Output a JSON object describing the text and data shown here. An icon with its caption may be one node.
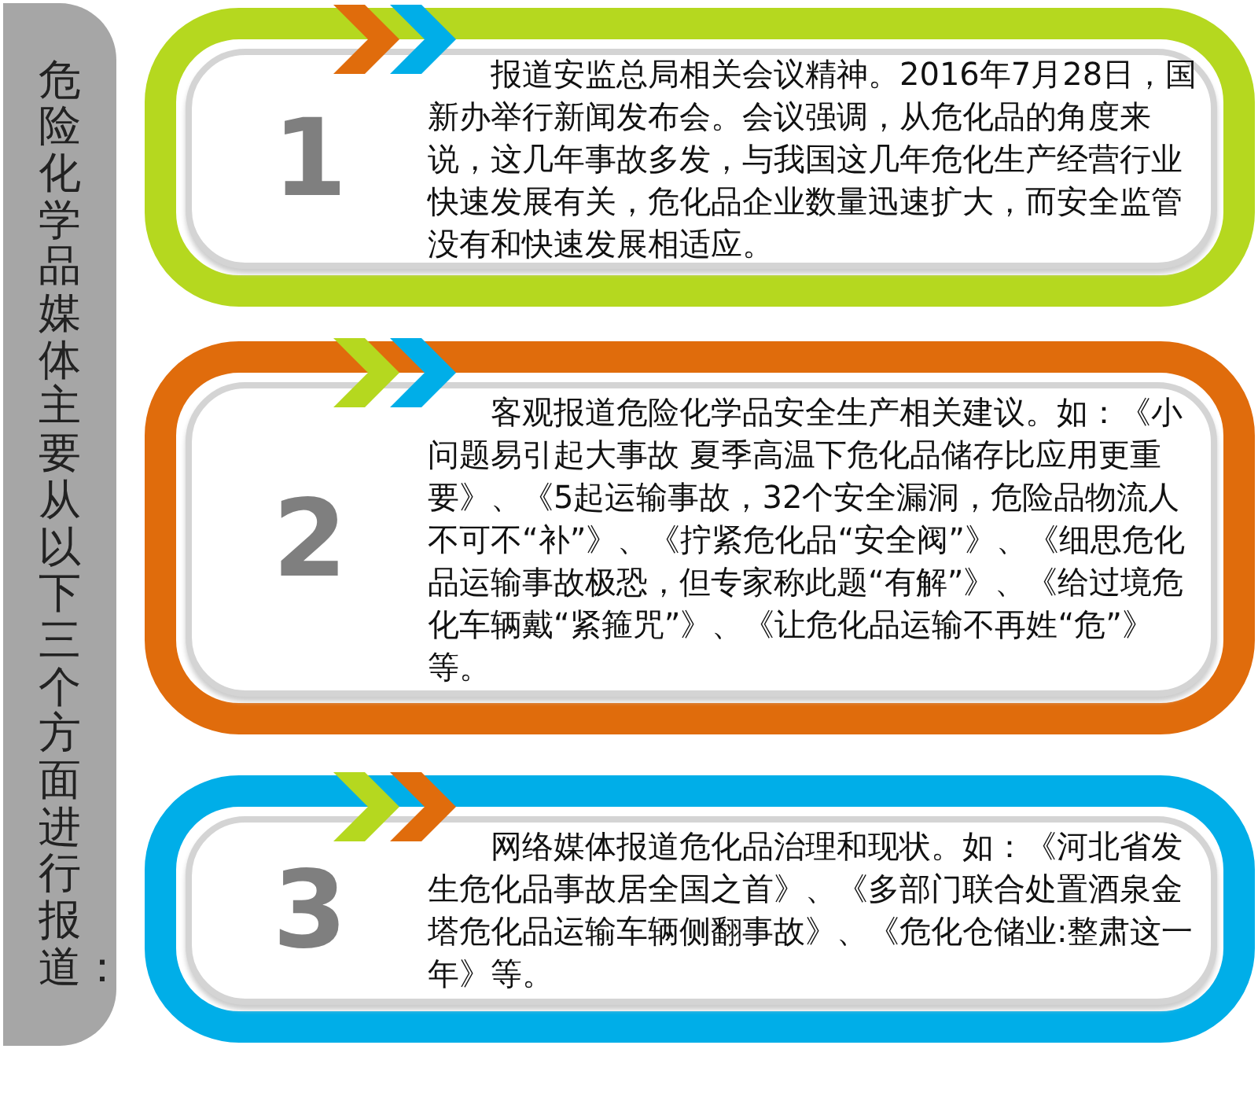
{
  "diagram": {
    "nodes": [
      {
        "text": [
          "危险化学品媒体主要从以下三个方面进行报道："
        ]
      },
      {
        "text": [
          "1",
          "报道安监总局相关会议精神。2016年7月28日，国新办举行新闻发布会。会议强调，从危化品的角度来说，这几年事故多发，与我国这几年危化生产经营行业快速发展有关，危化品企业数量迅速扩大，而安全监管没有和快速发展相适应。"
        ]
      },
      {
        "text": [
          "2",
          "客观报道危险化学品安全生产相关建议。如：《小问题易引起大事故 夏季高温下危化品储存比应用更重要》、《5起运输事故，32个安全漏洞，危险品物流人不可不“补”》、《拧紧危化品“安全阀”》、《细思危化品运输事故极恐，但专家称此题“有解”》、《给过境危化车辆戴“紧箍咒”》、《让危化品运输不再姓“危”》等。"
        ]
      },
      {
        "text": [
          "3",
          "网络媒体报道危化品治理和现状。如：《河北省发生危化品事故居全国之首》、《多部门联合处置酒泉金塔危化品运输车辆侧翻事故》、《危化仓储业:整肃这一年》等。"
        ]
      }
    ]
  }
}
